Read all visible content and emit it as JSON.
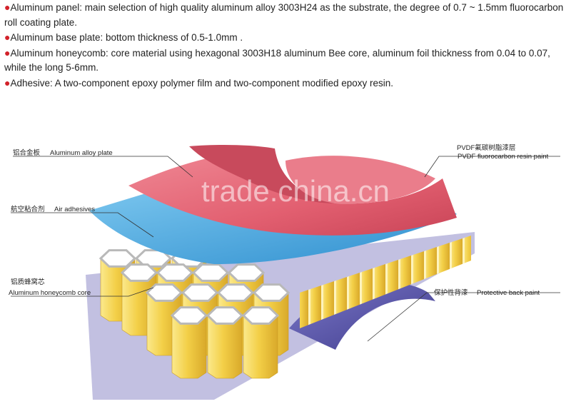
{
  "bullets": [
    "Aluminum panel: main selection of high quality aluminum alloy 3003H24 as the substrate, the degree of 0.7 ~ 1.5mm fluorocarbon roll coating plate.",
    "Aluminum base plate: bottom thickness of 0.5-1.0mm .",
    "Aluminum honeycomb: core material using hexagonal 3003H18 aluminum Bee core, aluminum foil thickness from 0.04 to 0.07, while the long 5-6mm.",
    "Adhesive: A two-component epoxy polymer film and two-component modified epoxy resin."
  ],
  "labels": {
    "alloy_plate_cn": "铝合金板",
    "alloy_plate_en": "Aluminum alloy plate",
    "pvdf_cn": "PVDF氟碳树脂漆层",
    "pvdf_en": "PVDF fluorocarbon resin paint",
    "adhesive_cn": "航空粘合剂",
    "adhesive_en": "Air adhesives",
    "core_cn": "铝质蜂窝芯",
    "core_en": "Aluminum honeycomb core",
    "back_cn": "保护性背漆",
    "back_en": "Protective back paint"
  },
  "watermark": "trade.china.cn",
  "colors": {
    "bullet_dot": "#d2222a",
    "red_layer": "#e56a78",
    "blue_layer": "#4aa7dc",
    "honeycomb": "#f2cf4e",
    "back_plate": "#5a56a8"
  }
}
